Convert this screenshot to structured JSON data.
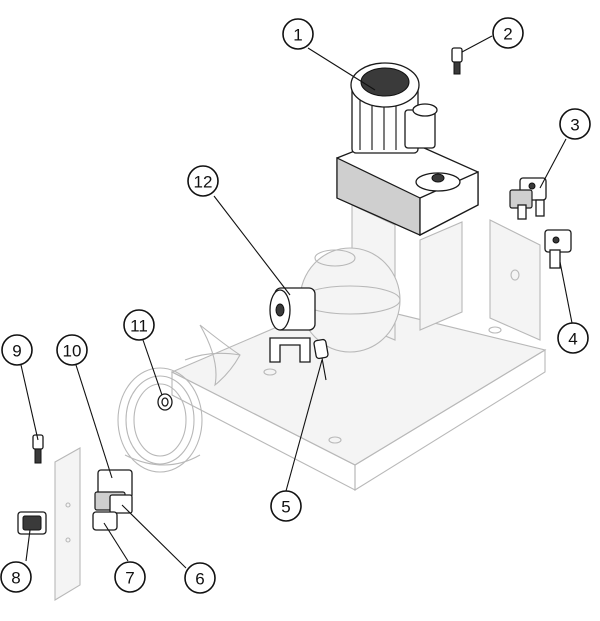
{
  "diagram": {
    "type": "exploded-parts-diagram",
    "callouts": [
      {
        "id": "callout-1",
        "label": "1"
      },
      {
        "id": "callout-2",
        "label": "2"
      },
      {
        "id": "callout-3",
        "label": "3"
      },
      {
        "id": "callout-4",
        "label": "4"
      },
      {
        "id": "callout-5",
        "label": "5"
      },
      {
        "id": "callout-6",
        "label": "6"
      },
      {
        "id": "callout-7",
        "label": "7"
      },
      {
        "id": "callout-8",
        "label": "8"
      },
      {
        "id": "callout-9",
        "label": "9"
      },
      {
        "id": "callout-10",
        "label": "10"
      },
      {
        "id": "callout-11",
        "label": "11"
      },
      {
        "id": "callout-12",
        "label": "12"
      }
    ]
  },
  "colors": {
    "line": "#111111",
    "ghost_line": "#b8b8b8",
    "background": "#ffffff"
  }
}
